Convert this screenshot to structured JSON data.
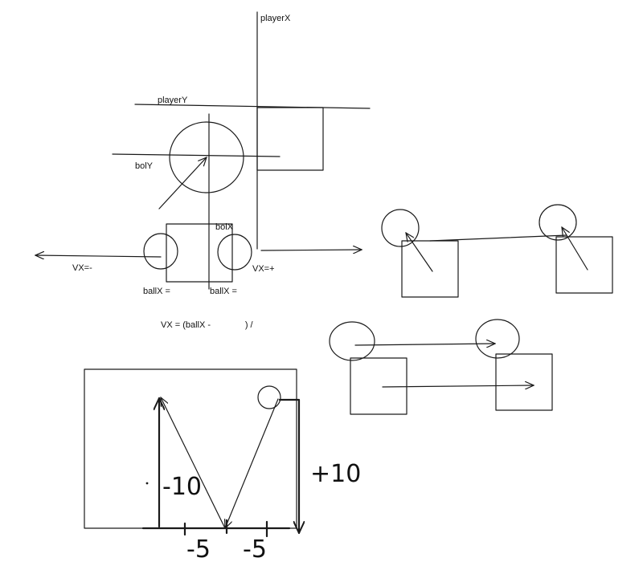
{
  "labels": {
    "player_x": "playerX",
    "player_y": "playerY",
    "bol_y": "bolY",
    "bol_x": "bolX",
    "vx_neg": "VX=-",
    "vx_pos": "VX=+",
    "ball_x_left": "ballX =",
    "ball_x_right": "ballX =",
    "formula": "VX = (ballX -              ) /"
  },
  "handwritten": {
    "minus_ten": "-10",
    "plus_ten": "+10",
    "minus_five_left": "-5",
    "minus_five_right": "-5"
  }
}
